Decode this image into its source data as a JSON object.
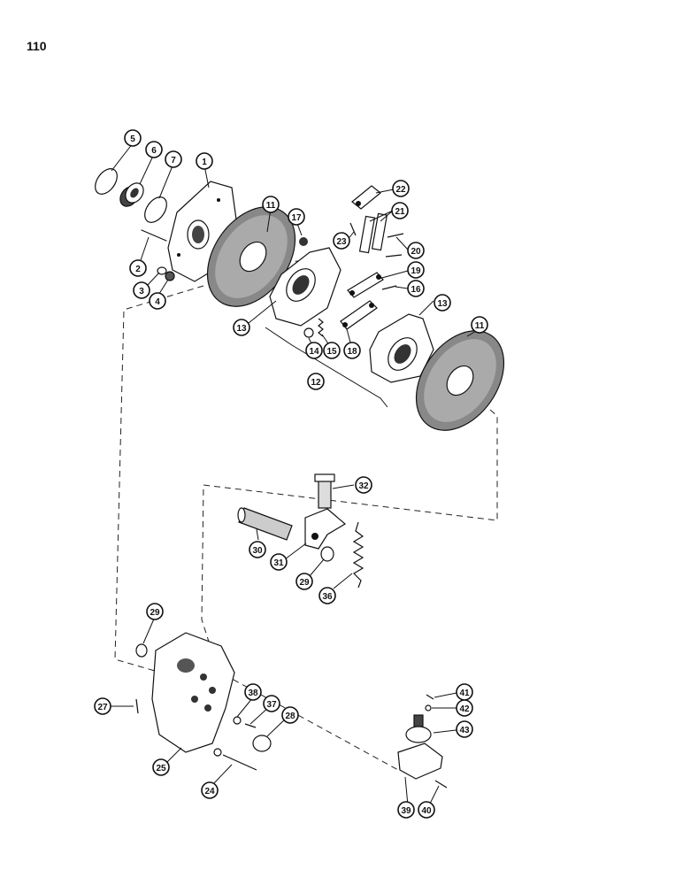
{
  "page": {
    "number": "110"
  },
  "callouts": [
    {
      "id": "c5",
      "label": "5"
    },
    {
      "id": "c6",
      "label": "6"
    },
    {
      "id": "c7",
      "label": "7"
    },
    {
      "id": "c1",
      "label": "1"
    },
    {
      "id": "c11a",
      "label": "11"
    },
    {
      "id": "c17",
      "label": "17"
    },
    {
      "id": "c22",
      "label": "22"
    },
    {
      "id": "c21",
      "label": "21"
    },
    {
      "id": "c23",
      "label": "23"
    },
    {
      "id": "c20",
      "label": "20"
    },
    {
      "id": "c19",
      "label": "19"
    },
    {
      "id": "c16",
      "label": "16"
    },
    {
      "id": "c2",
      "label": "2"
    },
    {
      "id": "c3",
      "label": "3"
    },
    {
      "id": "c4",
      "label": "4"
    },
    {
      "id": "c13a",
      "label": "13"
    },
    {
      "id": "c13b",
      "label": "13"
    },
    {
      "id": "c14",
      "label": "14"
    },
    {
      "id": "c15",
      "label": "15"
    },
    {
      "id": "c18",
      "label": "18"
    },
    {
      "id": "c12",
      "label": "12"
    },
    {
      "id": "c11b",
      "label": "11"
    },
    {
      "id": "c32",
      "label": "32"
    },
    {
      "id": "c30",
      "label": "30"
    },
    {
      "id": "c31",
      "label": "31"
    },
    {
      "id": "c29a",
      "label": "29"
    },
    {
      "id": "c36",
      "label": "36"
    },
    {
      "id": "c29b",
      "label": "29"
    },
    {
      "id": "c27",
      "label": "27"
    },
    {
      "id": "c38",
      "label": "38"
    },
    {
      "id": "c37",
      "label": "37"
    },
    {
      "id": "c28",
      "label": "28"
    },
    {
      "id": "c25",
      "label": "25"
    },
    {
      "id": "c24",
      "label": "24"
    },
    {
      "id": "c41",
      "label": "41"
    },
    {
      "id": "c42",
      "label": "42"
    },
    {
      "id": "c43",
      "label": "43"
    },
    {
      "id": "c39",
      "label": "39"
    },
    {
      "id": "c40",
      "label": "40"
    }
  ]
}
